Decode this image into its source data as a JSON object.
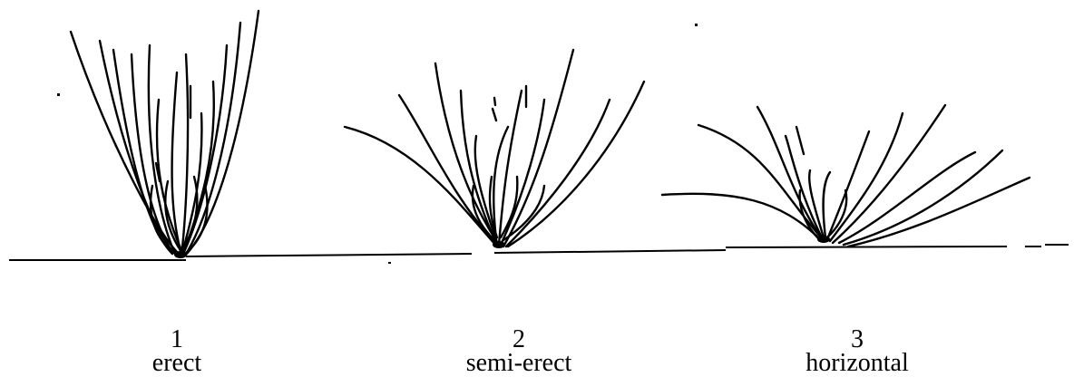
{
  "figure": {
    "panels": [
      {
        "number": "1",
        "label": "erect"
      },
      {
        "number": "2",
        "label": "semi-erect"
      },
      {
        "number": "3",
        "label": "horizontal"
      }
    ],
    "colors": {
      "ink": "#000000",
      "background": "#ffffff"
    }
  }
}
